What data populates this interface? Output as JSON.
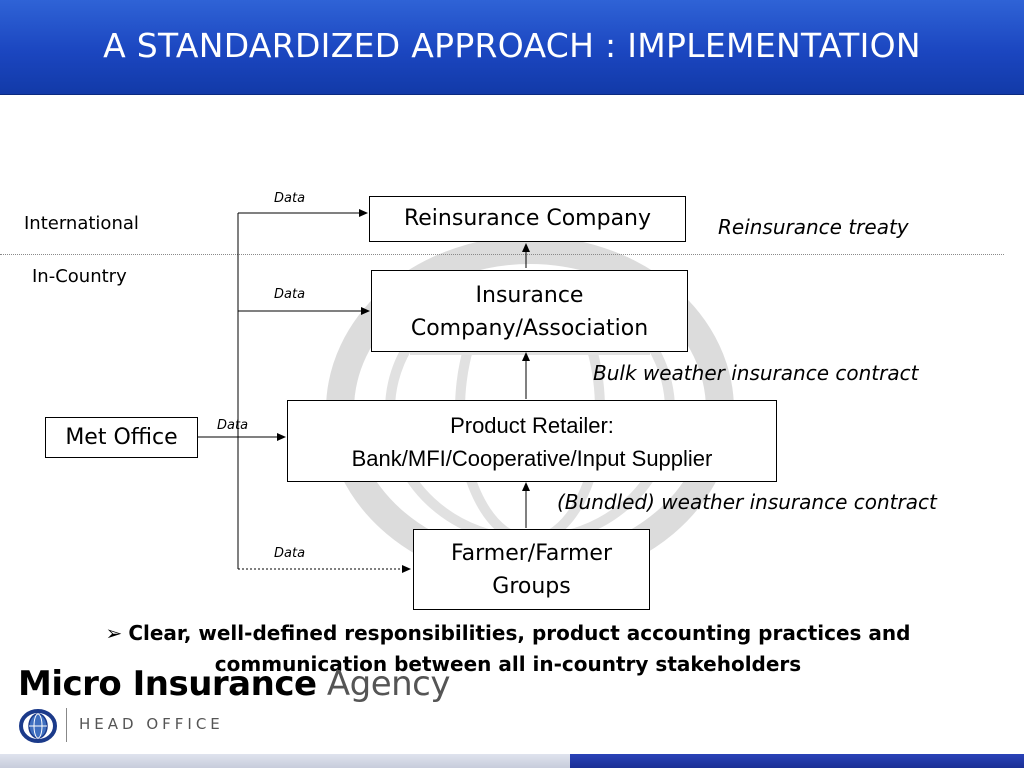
{
  "header": {
    "title": "A STANDARDIZED APPROACH : IMPLEMENTATION"
  },
  "regions": {
    "international": "International",
    "in_country": "In-Country"
  },
  "boxes": {
    "reinsurance": {
      "line1": "Reinsurance Company"
    },
    "insurance": {
      "line1": "Insurance",
      "line2": "Company/Association"
    },
    "retailer": {
      "line1": "Product Retailer:",
      "line2": "Bank/MFI/Cooperative/Input Supplier"
    },
    "farmer": {
      "line1": "Farmer/Farmer",
      "line2": "Groups"
    },
    "met_office": {
      "line1": "Met Office"
    }
  },
  "contracts": {
    "reinsurance": "Reinsurance treaty",
    "bulk": "Bulk weather insurance contract",
    "bundled": "(Bundled) weather insurance contract"
  },
  "data_labels": [
    "Data",
    "Data",
    "Data",
    "Data"
  ],
  "bullet": {
    "marker": "➢",
    "line1": "Clear, well-defined responsibilities, product accounting practices and",
    "line2": "communication between all in-country stakeholders"
  },
  "logo": {
    "strong": "Micro Insurance",
    "light": "Agency",
    "office": "HEAD OFFICE"
  },
  "colors": {
    "header": "#1b46c0",
    "footer_right": "#1a2f95",
    "footer_left": "#c7ccdb"
  }
}
